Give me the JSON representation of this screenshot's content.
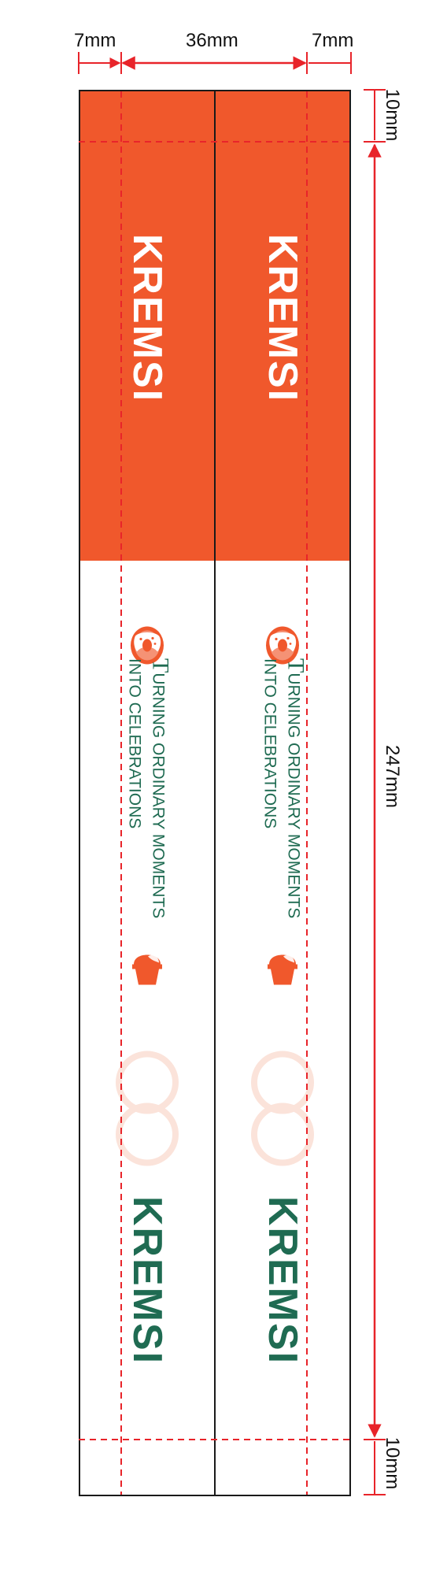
{
  "dimensions": {
    "left_margin": "7mm",
    "width": "36mm",
    "right_margin": "7mm",
    "top_margin": "10mm",
    "height": "247mm",
    "bottom_margin": "10mm"
  },
  "colors": {
    "brand_orange": "#f0582c",
    "brand_green": "#1f6b52",
    "guide_red": "#e8242a",
    "outline": "#1a1a1a",
    "watermark": "#fbe3da"
  },
  "panels": [
    {
      "brand_top": "KREMSI",
      "tagline_first_letter": "T",
      "tagline_line1_rest": "URNING ORDINARY MOMENTS",
      "tagline_line2": "INTO CELEBRATIONS",
      "brand_bottom": "KREMSI",
      "icons": [
        "donut-icon",
        "cupcake-icon",
        "infinity-logo-icon"
      ]
    },
    {
      "brand_top": "KREMSI",
      "tagline_first_letter": "T",
      "tagline_line1_rest": "URNING ORDINARY MOMENTS",
      "tagline_line2": "INTO CELEBRATIONS",
      "brand_bottom": "KREMSI",
      "icons": [
        "donut-icon",
        "cupcake-icon",
        "infinity-logo-icon"
      ]
    }
  ]
}
